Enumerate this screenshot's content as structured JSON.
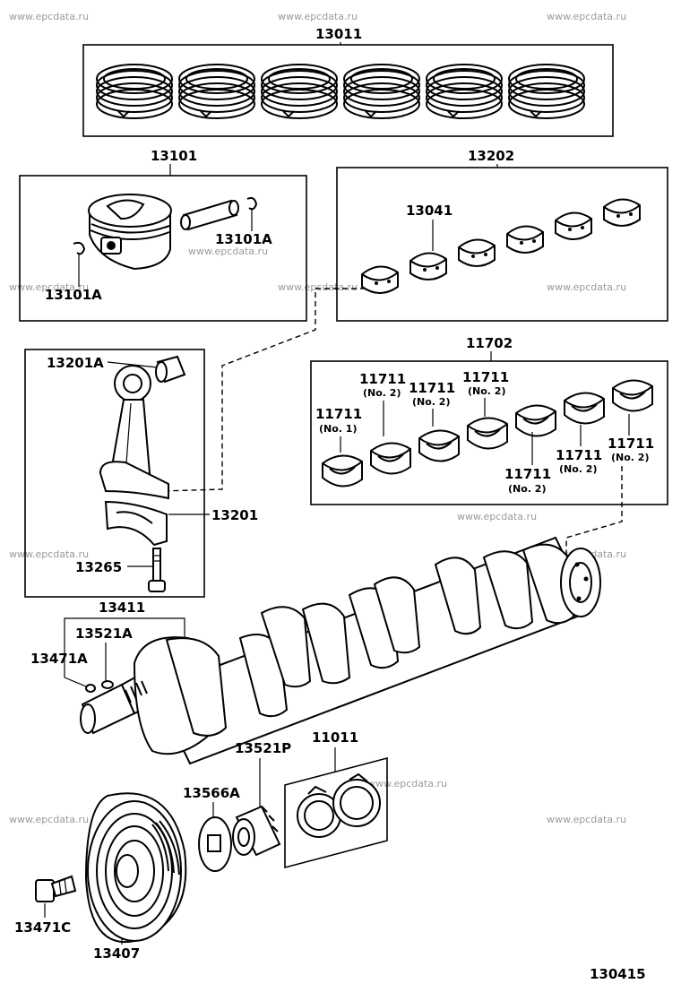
{
  "watermark": "www.epcdata.ru",
  "diagram_code": "130415",
  "parts": {
    "piston_ring_set": "13011",
    "piston_sub_assy": "13101",
    "piston_pin_snap_ring_left": "13101A",
    "piston_pin_snap_ring_right": "13101A",
    "conrod_bearing_set": "13202",
    "conrod_bearing": "13041",
    "main_bearing_set": "11702",
    "conrod_bushing": "13201A",
    "connecting_rod": "13201",
    "conrod_bolt": "13265",
    "crankshaft": "13411",
    "crank_key": "13521A",
    "crank_pin": "13471A",
    "timing_pulley": "13521P",
    "gasket_kit": "11011",
    "pulley_washer": "13566A",
    "crank_pulley": "13407",
    "pulley_bolt": "13471C"
  },
  "main_bearings": [
    {
      "number": "11711",
      "note": "(No. 1)"
    },
    {
      "number": "11711",
      "note": "(No. 2)"
    },
    {
      "number": "11711",
      "note": "(No. 2)"
    },
    {
      "number": "11711",
      "note": "(No. 2)"
    },
    {
      "number": "11711",
      "note": "(No. 2)"
    },
    {
      "number": "11711",
      "note": "(No. 2)"
    },
    {
      "number": "11711",
      "note": "(No. 2)"
    }
  ]
}
